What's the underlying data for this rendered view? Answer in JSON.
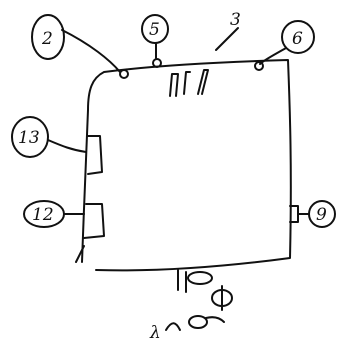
{
  "sketch": {
    "callouts": [
      {
        "id": "c2",
        "label": "2"
      },
      {
        "id": "c5",
        "label": "5"
      },
      {
        "id": "c3",
        "label": "3"
      },
      {
        "id": "c6",
        "label": "6"
      },
      {
        "id": "c13",
        "label": "13"
      },
      {
        "id": "c12",
        "label": "12"
      },
      {
        "id": "c9",
        "label": "9"
      }
    ],
    "bottom_scribble": "λ"
  }
}
